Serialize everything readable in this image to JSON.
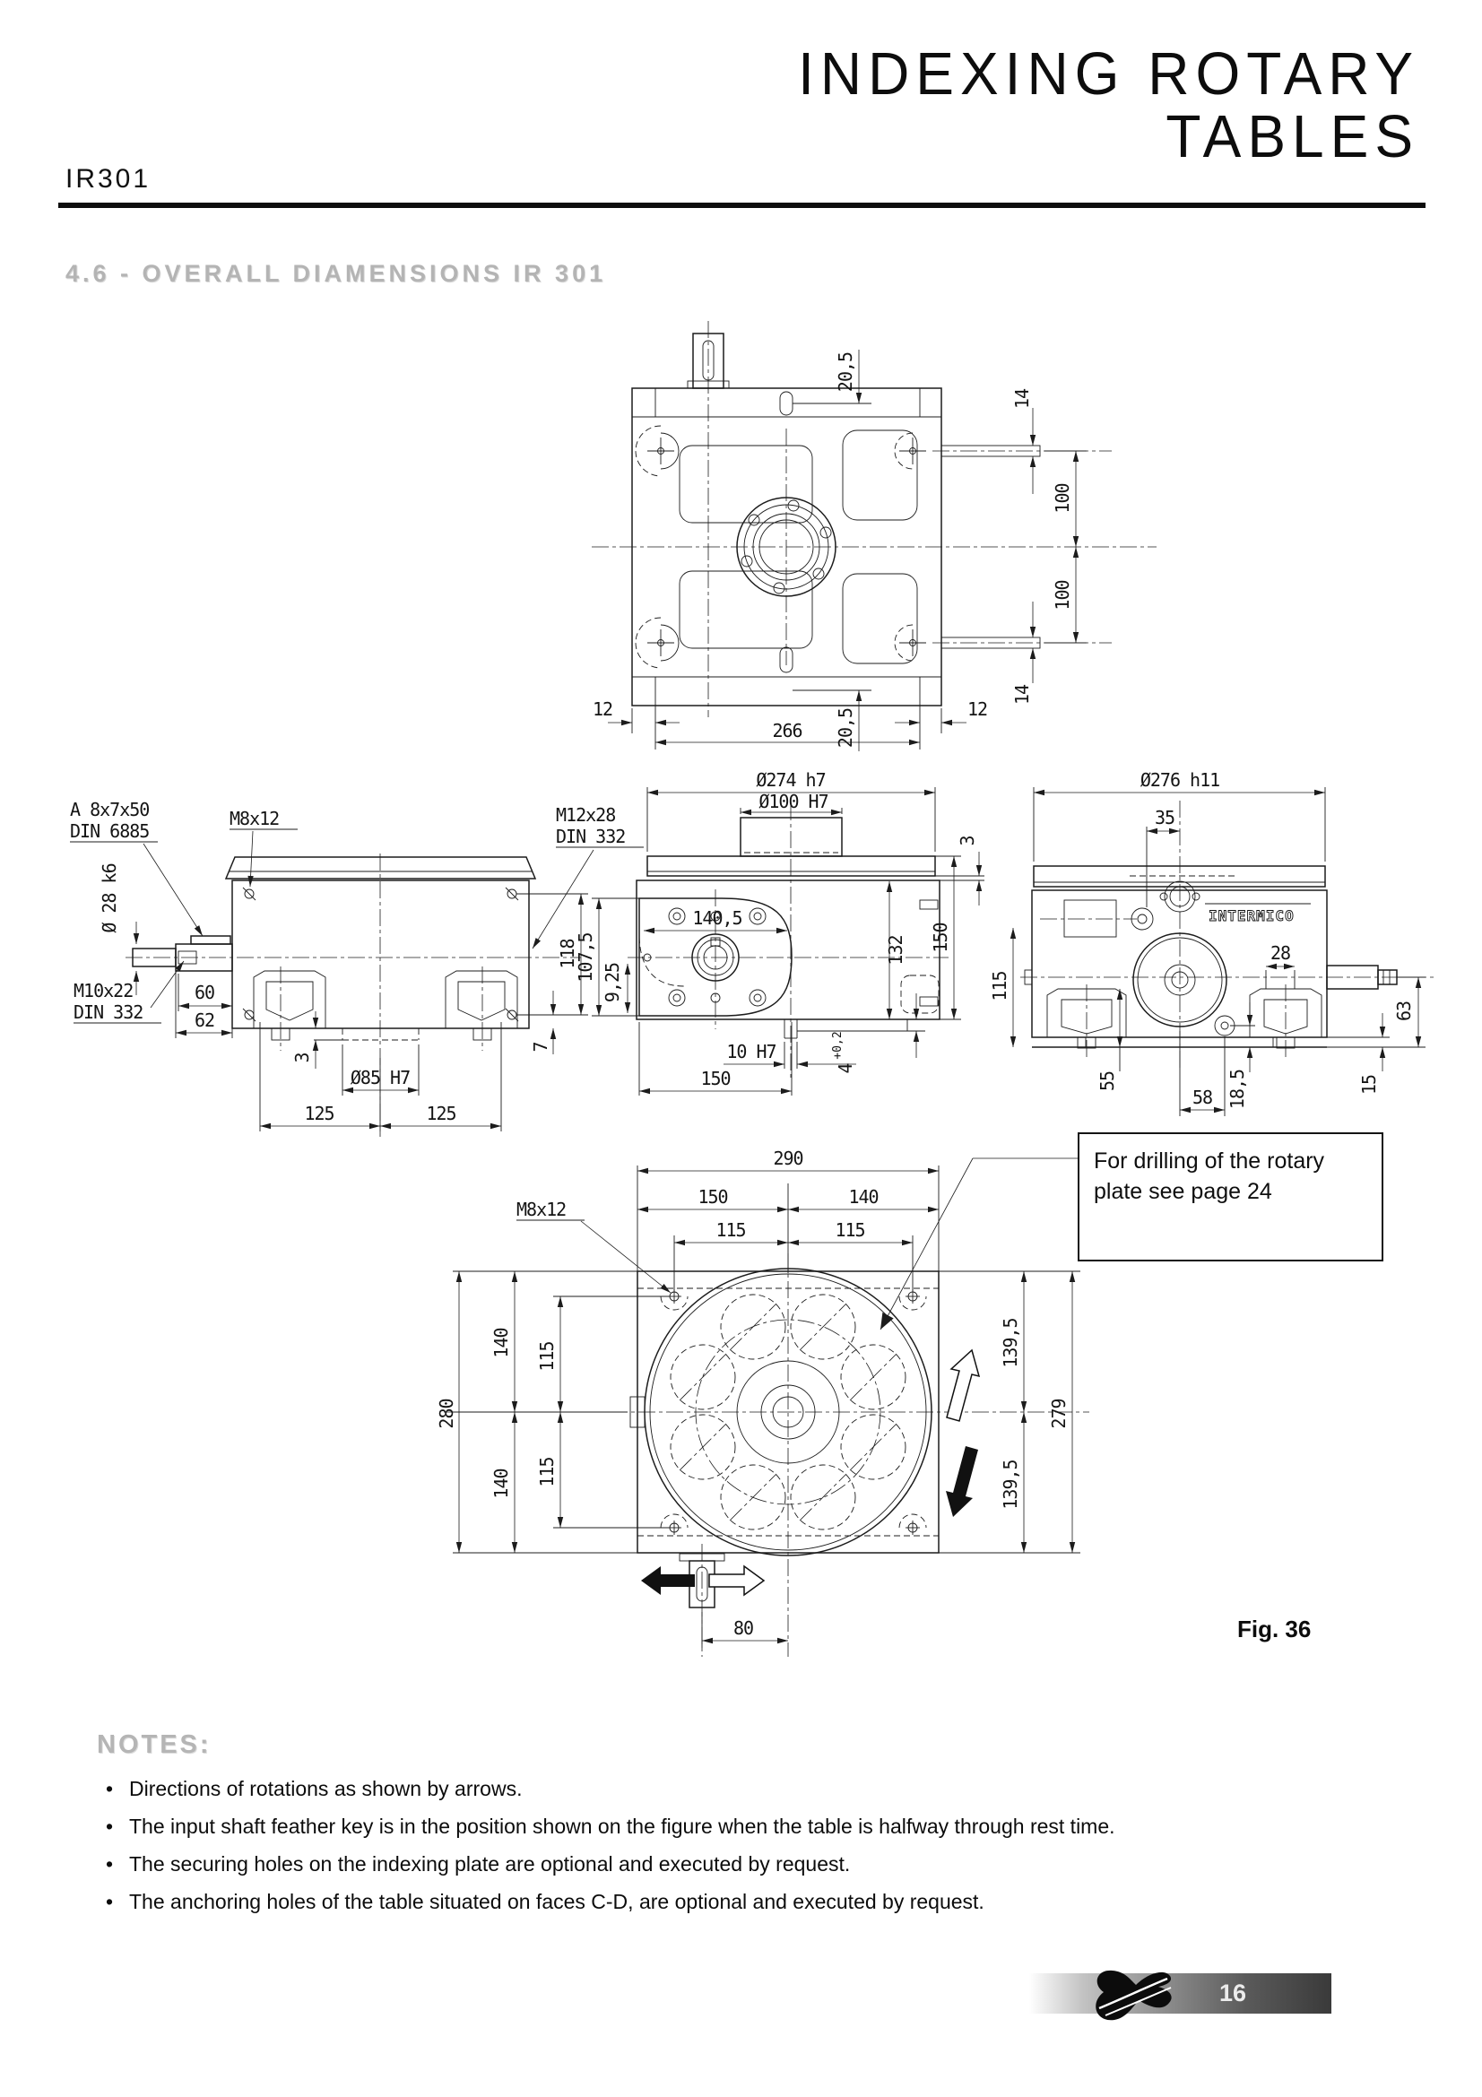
{
  "header": {
    "model": "IR301",
    "title_line1": "INDEXING ROTARY",
    "title_line2": "TABLES"
  },
  "section": {
    "heading": "4.6 - OVERALL DIAMENSIONS IR 301"
  },
  "views": {
    "top": {
      "d20_5_top": "20,5",
      "d14_top": "14",
      "d100_top": "100",
      "d100_bot": "100",
      "d14_bot": "14",
      "d12_left": "12",
      "d266": "266",
      "d20_5_bot": "20,5",
      "d12_right": "12"
    },
    "side": {
      "key1": "A 8x7x50",
      "key2": "DIN 6885",
      "m8": "M8x12",
      "dia28": "Ø 28 k6",
      "m10a": "M10x22",
      "m10b": "DIN 332",
      "d60": "60",
      "d62": "62",
      "d3": "3",
      "dia85": "Ø85 H7",
      "d125a": "125",
      "d125b": "125",
      "d118": "118",
      "d7": "7"
    },
    "front": {
      "m12a": "M12x28",
      "m12b": "DIN 332",
      "dia274": "Ø274 h7",
      "dia100": "Ø100 H7",
      "d140_5": "140,5",
      "d107_5": "107,5",
      "d9_25": "9,25",
      "d3": "3",
      "d132": "132",
      "d150_side": "150",
      "d115_side": "115",
      "d10h7": "10 H7",
      "d150_bot": "150",
      "d4": "4",
      "d4_tol": "+0,2"
    },
    "right": {
      "dia276": "Ø276 h11",
      "d35": "35",
      "brand": "INTERMICO",
      "d28": "28",
      "d55": "55",
      "d58": "58",
      "d18_5": "18,5",
      "d63": "63",
      "d15": "15"
    },
    "bottom": {
      "d290": "290",
      "d150": "150",
      "d140": "140",
      "d115_tl": "115",
      "d115_tr": "115",
      "m8": "M8x12",
      "d280": "280",
      "d140_l1": "140",
      "d140_l2": "140",
      "d115_l1": "115",
      "d115_l2": "115",
      "d139_5a": "139,5",
      "d279": "279",
      "d139_5b": "139,5",
      "d80": "80"
    }
  },
  "note_box": {
    "line1": "For drilling of the rotary",
    "line2": "plate see page 24"
  },
  "figure_caption": "Fig. 36",
  "notes": {
    "heading": "NOTES:",
    "bullet": "•",
    "item1": "Directions of rotations as shown by arrows.",
    "item2": "The input shaft feather key is in the position shown on the figure when the table is halfway through rest time.",
    "item3": "The securing holes on the indexing plate are optional and executed by request.",
    "item4": "The anchoring holes of the table situated on faces C-D, are optional and executed by request."
  },
  "footer": {
    "page_number": "16"
  }
}
